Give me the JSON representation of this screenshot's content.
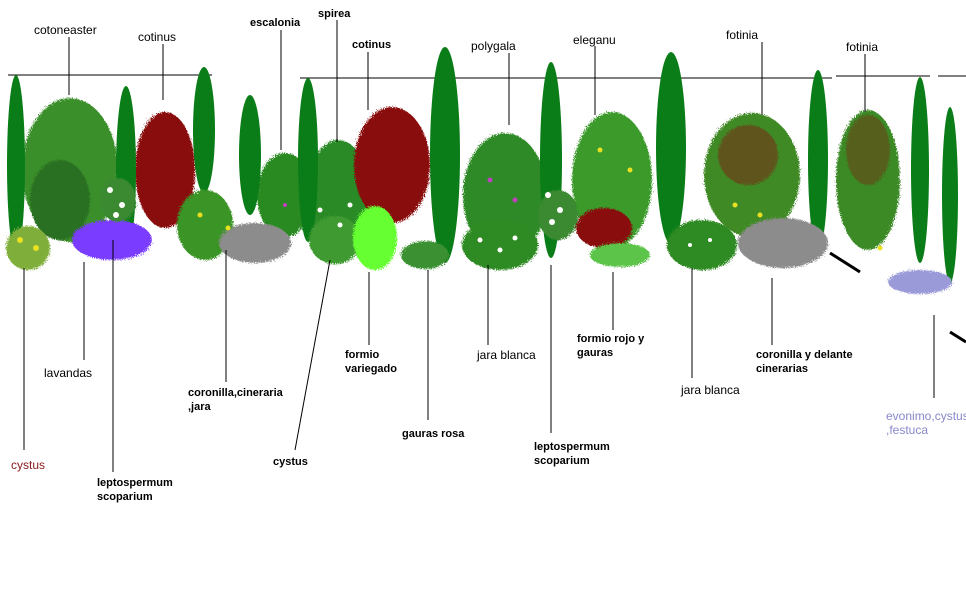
{
  "colors": {
    "cypress": "#0b7d18",
    "foliage_green": "#2e8a22",
    "light_green": "#5cc44a",
    "bright_green": "#66ff33",
    "dark_red": "#8a0a0a",
    "purple": "#7a3cff",
    "gray": "#8c8c8c",
    "white_flower": "#ffffff",
    "yellow": "#e8e020",
    "cystus_label": "#8a1a1a",
    "evonimo_label": "#8888cc"
  },
  "labels": {
    "cotoneaster": "cotoneaster",
    "cotinus1": "cotinus",
    "escalonia": "escalonia",
    "spirea": "spirea",
    "cotinus2": "cotinus",
    "polygala": "polygala",
    "eleganu": "eleganu",
    "fotinia1": "fotinia",
    "fotinia2": "fotinia",
    "lavandas": "lavandas",
    "cystus1": "cystus",
    "leptospermum1_a": "leptospermum",
    "leptospermum1_b": "scoparium",
    "coronilla1_a": "coronilla,cineraria",
    "coronilla1_b": ",jara",
    "cystus2": "cystus",
    "formio_var_a": "formio",
    "formio_var_b": "variegado",
    "gauras_rosa": "gauras rosa",
    "jara_blanca1": "jara blanca",
    "leptospermum2_a": "leptospermum",
    "leptospermum2_b": "scoparium",
    "formio_rojo_a": "formio rojo y",
    "formio_rojo_b": "gauras",
    "jara_blanca2": "jara blanca",
    "coronilla2_a": "coronilla y delante",
    "coronilla2_b": "cinerarias",
    "evonimo_a": "evonimo,cystus",
    "evonimo_b": ",festuca"
  }
}
